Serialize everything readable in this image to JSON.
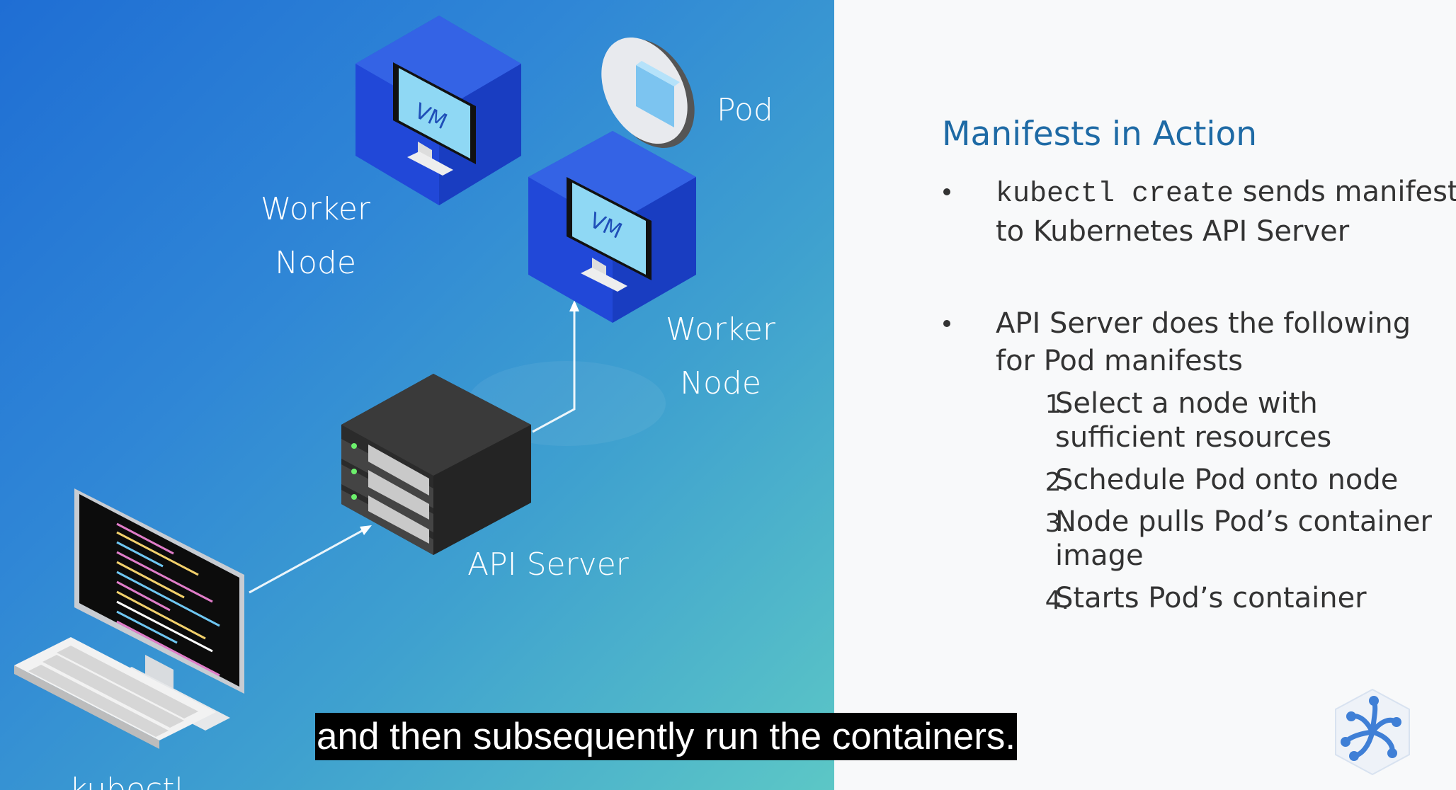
{
  "diagram": {
    "worker_node_1": "Worker\nNode",
    "worker_node_2": "Worker\nNode",
    "vm_label_1": "VM",
    "vm_label_2": "VM",
    "pod_label": "Pod",
    "api_server_label": "API Server",
    "kubectl_label": "kubectl"
  },
  "slide": {
    "title": "Manifests in Action",
    "bullet_1_code": "kubectl create",
    "bullet_1_text": " sends manifest to Kubernetes API Server",
    "bullet_2_text": "API Server does the following for Pod manifests",
    "steps": [
      {
        "number": "1.",
        "text": "Select a node with sufficient resources"
      },
      {
        "number": "2.",
        "text": "Schedule Pod onto node"
      },
      {
        "number": "3.",
        "text": "Node pulls Pod’s container image"
      },
      {
        "number": "4.",
        "text": "Starts Pod’s container"
      }
    ]
  },
  "caption": "and then subsequently run the containers.",
  "colors": {
    "title": "#1e6aa5",
    "cube": "#1f4fd6",
    "panel_gradient_start": "#1f6ed4",
    "panel_gradient_end": "#5cc7c6"
  },
  "icons": [
    "vm-cube-icon",
    "pod-icon",
    "server-stack-icon",
    "monitor-icon",
    "keyboard-icon",
    "brand-logo-icon"
  ]
}
